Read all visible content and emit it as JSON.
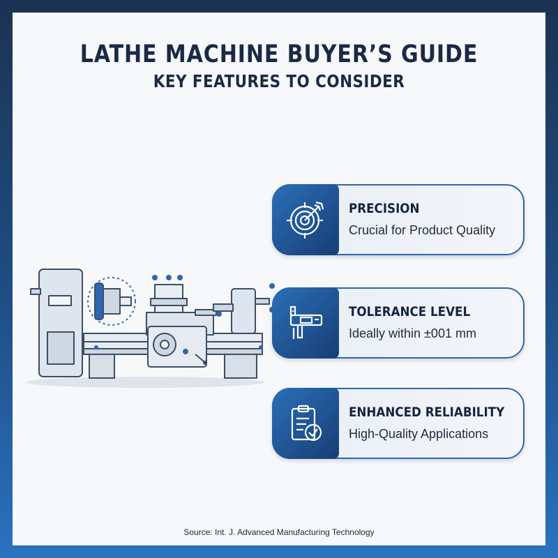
{
  "header": {
    "title": "LATHE MACHINE BUYER’S GUIDE",
    "subtitle": "KEY FEATURES TO CONSIDER"
  },
  "features": [
    {
      "title": "PRECISION",
      "description": "Crucial for Product Quality",
      "icon": "target-icon"
    },
    {
      "title": "TOLERANCE LEVEL",
      "description": "Ideally within ±001 mm",
      "icon": "caliper-icon"
    },
    {
      "title": "ENHANCED RELIABILITY",
      "description": "High-Quality Applications",
      "icon": "clipboard-check-icon"
    }
  ],
  "source": "Source: Int. J. Advanced Manufacturing Technology",
  "colors": {
    "frame_top": "#1b3352",
    "frame_bottom": "#2a72c0",
    "accent": "#2f66ad",
    "text": "#1a2a45"
  }
}
